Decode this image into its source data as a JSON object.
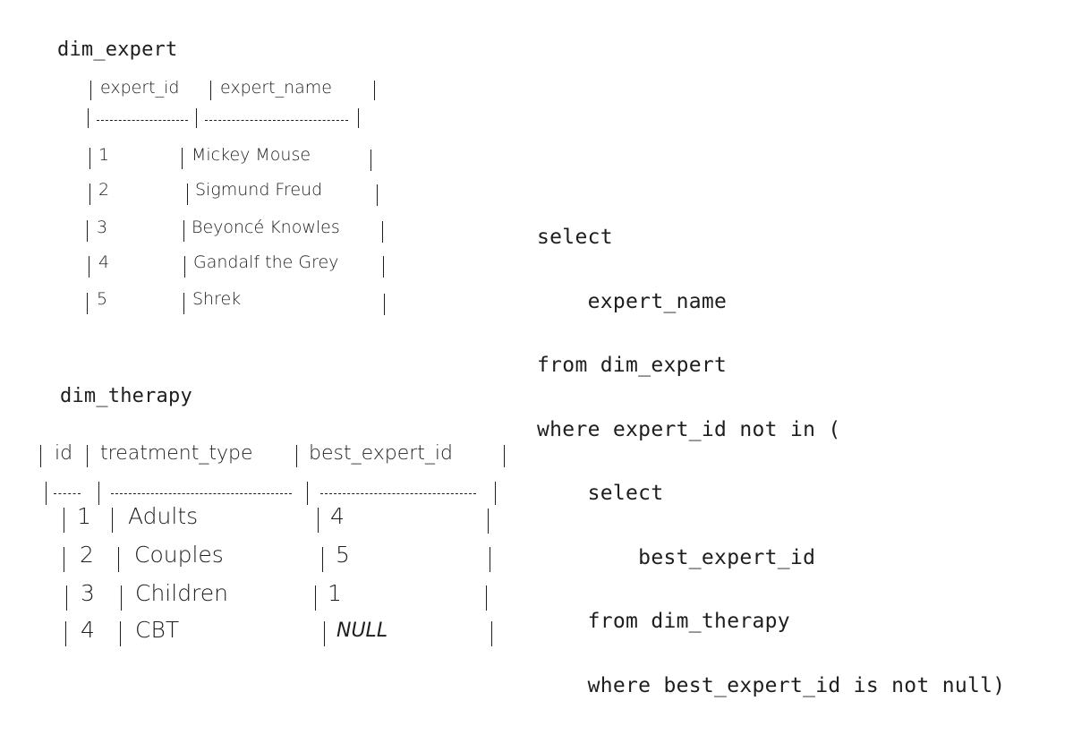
{
  "expert_table": {
    "name": "dim_expert",
    "columns": [
      "expert_id",
      "expert_name"
    ],
    "rows": [
      [
        "1",
        "Mickey Mouse"
      ],
      [
        "2",
        "Sigmund Freud"
      ],
      [
        "3",
        "Beyoncé Knowles"
      ],
      [
        "4",
        "Gandalf the Grey"
      ],
      [
        "5",
        "Shrek"
      ]
    ]
  },
  "therapy_table": {
    "name": "dim_therapy",
    "columns": [
      "id",
      "treatment_type",
      "best_expert_id"
    ],
    "rows": [
      [
        "1",
        "Adults",
        "4"
      ],
      [
        "2",
        "Couples",
        "5"
      ],
      [
        "3",
        "Children",
        "1"
      ],
      [
        "4",
        "CBT",
        "NULL"
      ]
    ]
  },
  "query": {
    "lines": [
      "select",
      "    expert_name",
      "from dim_expert",
      "where expert_id not in (",
      "    select",
      "        best_expert_id",
      "    from dim_therapy",
      "    where best_expert_id is not null)"
    ]
  },
  "colors": {
    "ink": "#1e1e1e",
    "background": "#ffffff"
  }
}
